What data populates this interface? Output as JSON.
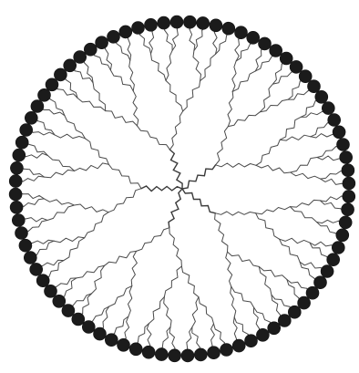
{
  "diagram": {
    "kind": "dendrimer",
    "core_arms": 5,
    "generations": 4,
    "terminal_groups": 80,
    "colors": {
      "background": "#ffffff",
      "bonds": "#4a4a4a",
      "terminal_group": "#1b1b1b"
    },
    "icons": {
      "core": "branch-point",
      "terminal": "filled-circle"
    }
  }
}
